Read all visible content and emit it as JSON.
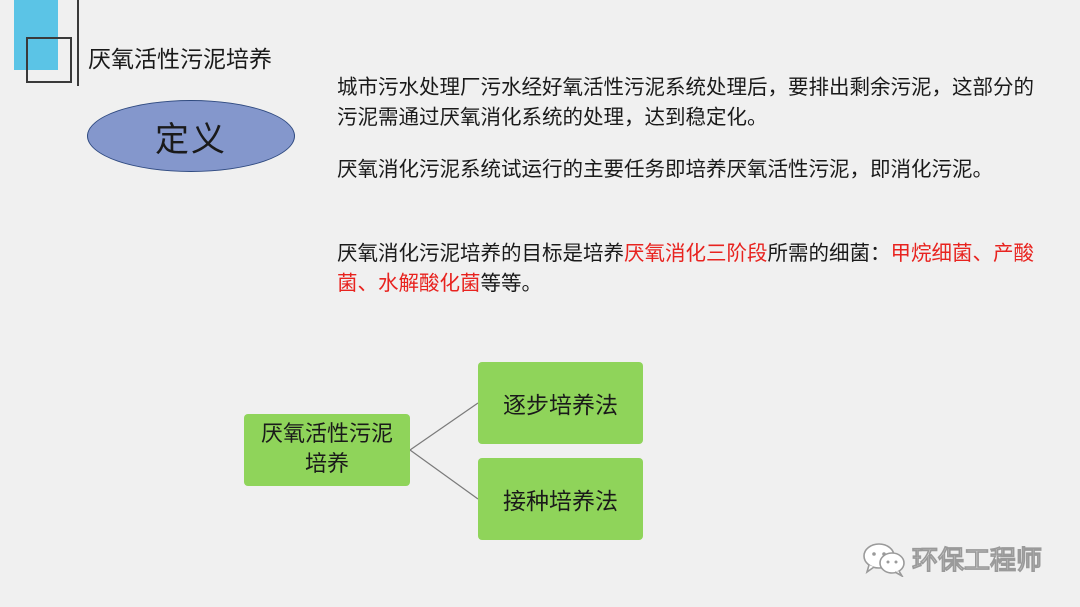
{
  "slide": {
    "title": "厌氧活性污泥培养",
    "definition_label": "定义"
  },
  "paragraphs": {
    "p1": "城市污水处理厂污水经好氧活性污泥系统处理后，要排出剩余污泥，这部分的污泥需通过厌氧消化系统的处理，达到稳定化。",
    "p2": "厌氧消化污泥系统试运行的主要任务即培养厌氧活性污泥，即消化污泥。",
    "p3": {
      "seg1": "厌氧消化污泥培养的目标是培养",
      "seg2_red": "厌氧消化三阶段",
      "seg3": "所需的细菌：",
      "seg4_red": "甲烷细菌、产酸菌、水解酸化菌",
      "seg5": "等等。"
    }
  },
  "diagram": {
    "root": {
      "line1": "厌氧活性污泥",
      "line2": "培养"
    },
    "branch_a": "逐步培养法",
    "branch_b": "接种培养法"
  },
  "watermark": {
    "text": "环保工程师",
    "icon": "wechat-icon"
  },
  "colors": {
    "accent_blue": "#5bc4e6",
    "ellipse_fill": "#8497cc",
    "node_green": "#8fd45a",
    "highlight_red": "#e8231f"
  }
}
